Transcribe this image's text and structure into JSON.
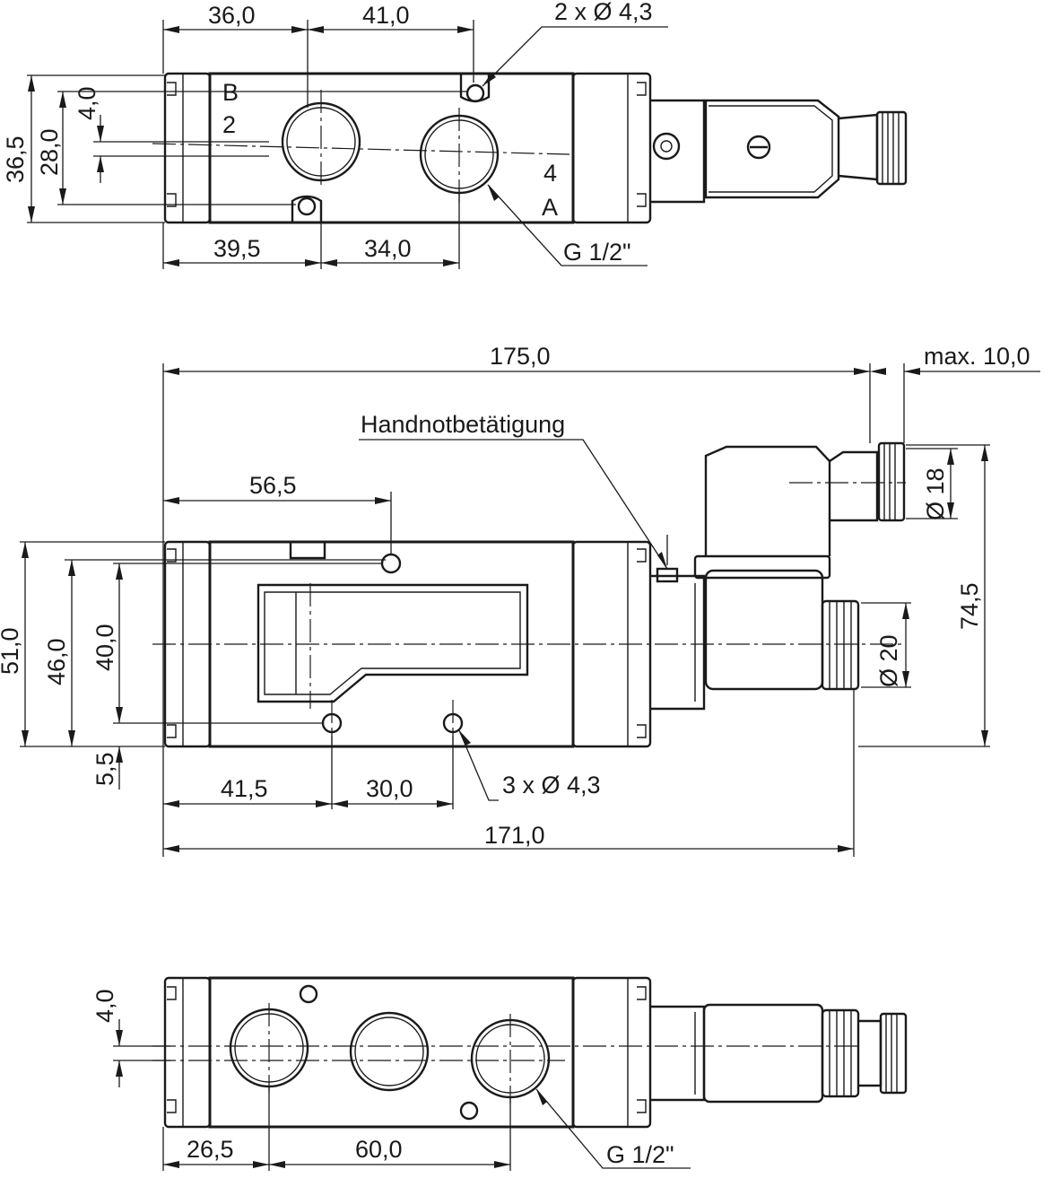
{
  "top_view": {
    "dim_36": "36,0",
    "dim_41": "41,0",
    "dim_holes": "2 x Ø 4,3",
    "dim_36_5": "36,5",
    "dim_28": "28,0",
    "dim_4": "4,0",
    "dim_39_5": "39,5",
    "dim_34": "34,0",
    "port_b": "B",
    "port_2": "2",
    "port_4": "4",
    "port_a": "A",
    "thread": "G 1/2\""
  },
  "side_view": {
    "dim_175": "175,0",
    "dim_max10": "max. 10,0",
    "manual_override": "Handnotbetätigung",
    "dim_56_5": "56,5",
    "dim_d18": "Ø 18",
    "dim_74_5": "74,5",
    "dim_51": "51,0",
    "dim_46": "46,0",
    "dim_40": "40,0",
    "dim_d20": "Ø 20",
    "dim_5_5": "5,5",
    "dim_41_5": "41,5",
    "dim_30": "30,0",
    "dim_holes3": "3 x Ø 4,3",
    "dim_171": "171,0"
  },
  "bottom_view": {
    "dim_4": "4,0",
    "dim_26_5": "26,5",
    "dim_60": "60,0",
    "thread": "G 1/2\""
  }
}
